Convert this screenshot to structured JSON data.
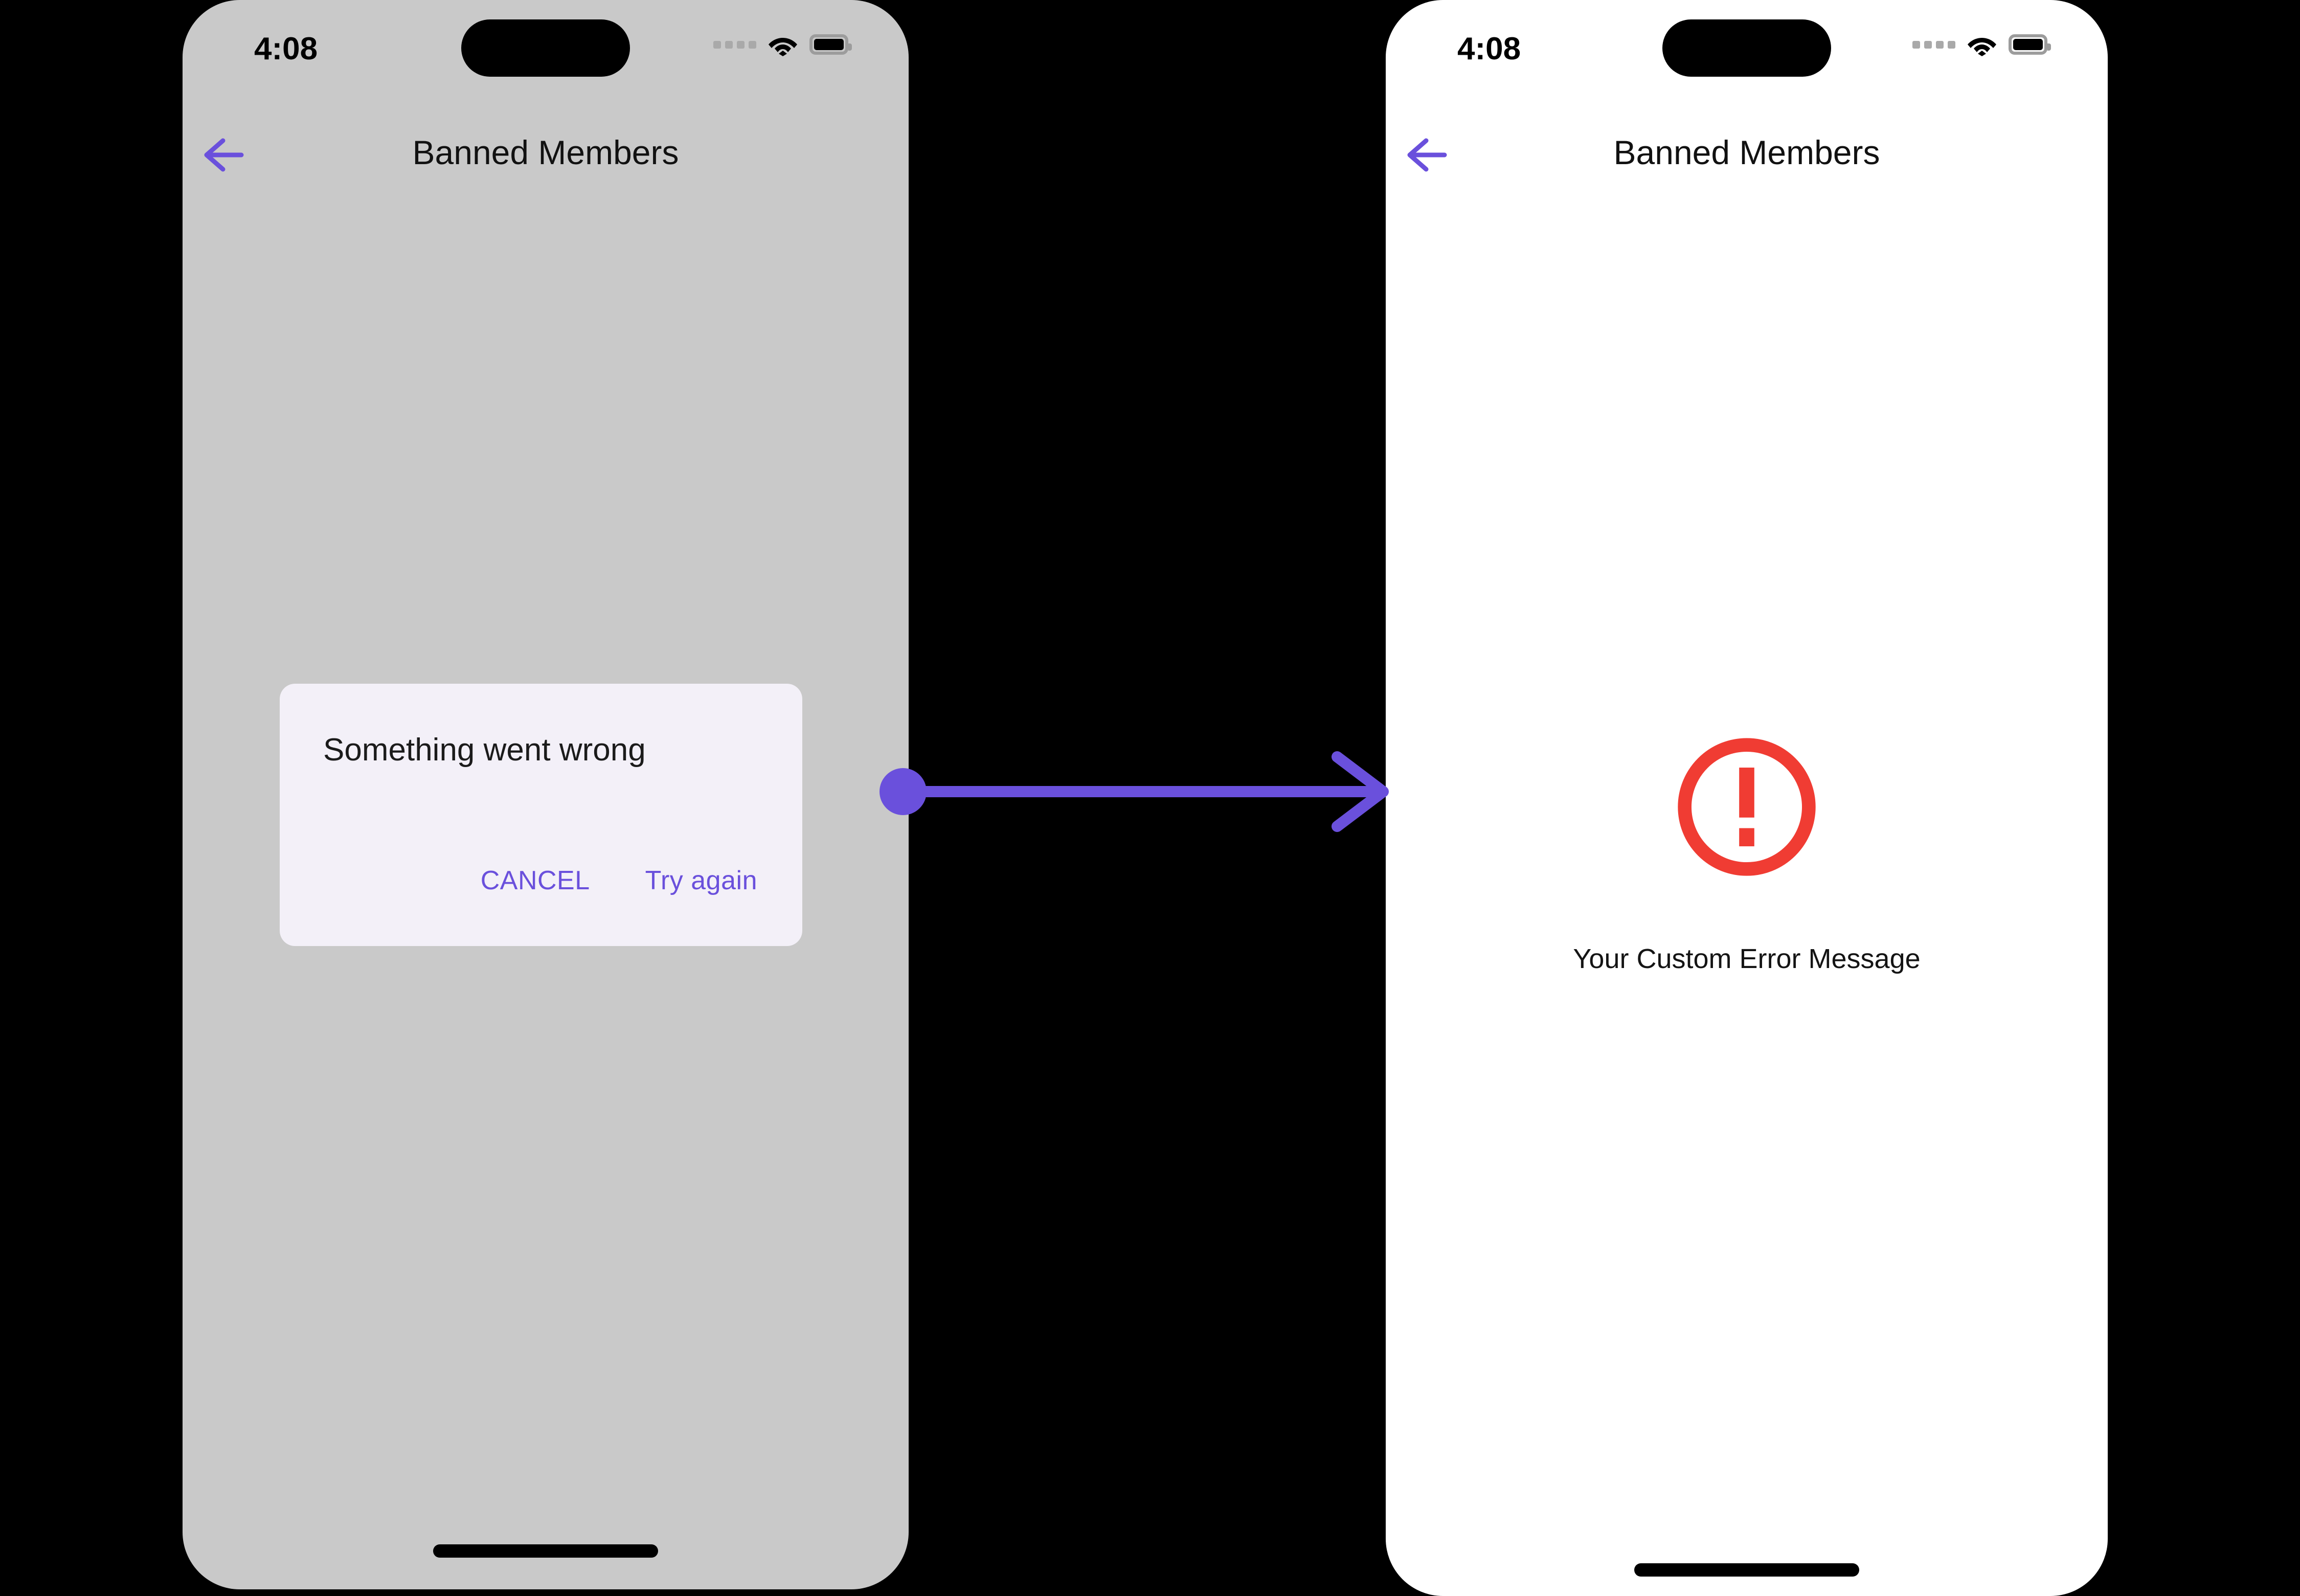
{
  "colors": {
    "accent_purple": "#6a50dc",
    "error_red": "#f03c33",
    "scrim_grey": "#c9c9c9",
    "dialog_surface": "#f3f0f8",
    "canvas_black": "#000000",
    "screen_white": "#ffffff"
  },
  "phones": [
    {
      "id": "before",
      "status_bar": {
        "time": "4:08",
        "signal_icon": "cellular-signal-icon",
        "wifi_icon": "wifi-icon",
        "battery_icon": "battery-icon"
      },
      "appbar": {
        "back_icon": "back-arrow-icon",
        "title": "Banned Members"
      },
      "dialog": {
        "title": "Something went wrong",
        "buttons": [
          {
            "label": "CANCEL",
            "name": "cancel-button"
          },
          {
            "label": "Try again",
            "name": "try-again-button"
          }
        ]
      }
    },
    {
      "id": "after",
      "status_bar": {
        "time": "4:08",
        "signal_icon": "cellular-signal-icon",
        "wifi_icon": "wifi-icon",
        "battery_icon": "battery-icon"
      },
      "appbar": {
        "back_icon": "back-arrow-icon",
        "title": "Banned Members"
      },
      "error_state": {
        "icon": "error-exclamation-circle-icon",
        "message": "Your Custom Error Message"
      }
    }
  ],
  "connector": {
    "name": "flow-arrow",
    "direction": "left-to-right",
    "start_marker": "dot",
    "end_marker": "chevron-arrowhead"
  }
}
